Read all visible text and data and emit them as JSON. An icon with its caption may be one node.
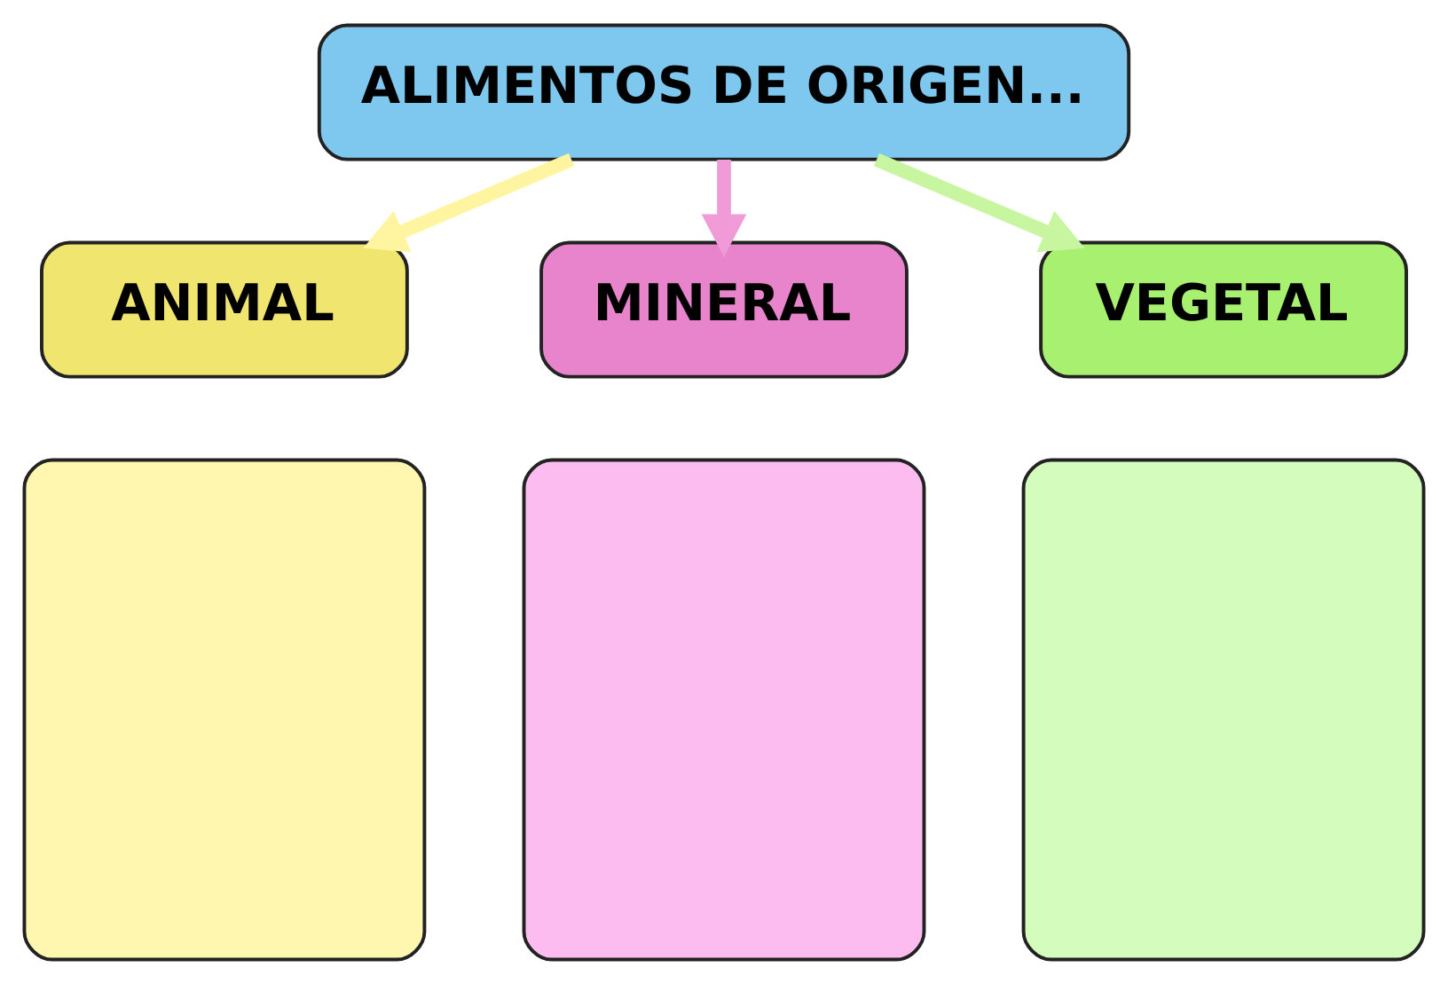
{
  "diagram": {
    "nodes": [
      {
        "text": [
          "ALIMENTOS DE ORIGEN..."
        ]
      },
      {
        "text": [
          "ANIMAL"
        ]
      },
      {
        "text": [],
        "shape": "box"
      },
      {
        "text": [
          "VEGETAL"
        ]
      },
      {
        "text": [],
        "shape": "box"
      },
      {
        "text": [
          "MINERAL"
        ]
      },
      {
        "text": [],
        "shape": "box"
      }
    ],
    "edges": [
      {
        "from": 0,
        "to": 1,
        "arrow": "to",
        "color": "#fff5a0"
      },
      {
        "from": 0,
        "to": 5,
        "arrow": "to",
        "color": "#f09ad8"
      },
      {
        "from": 0,
        "to": 3,
        "arrow": "to",
        "color": "#c8f5a0"
      }
    ]
  }
}
